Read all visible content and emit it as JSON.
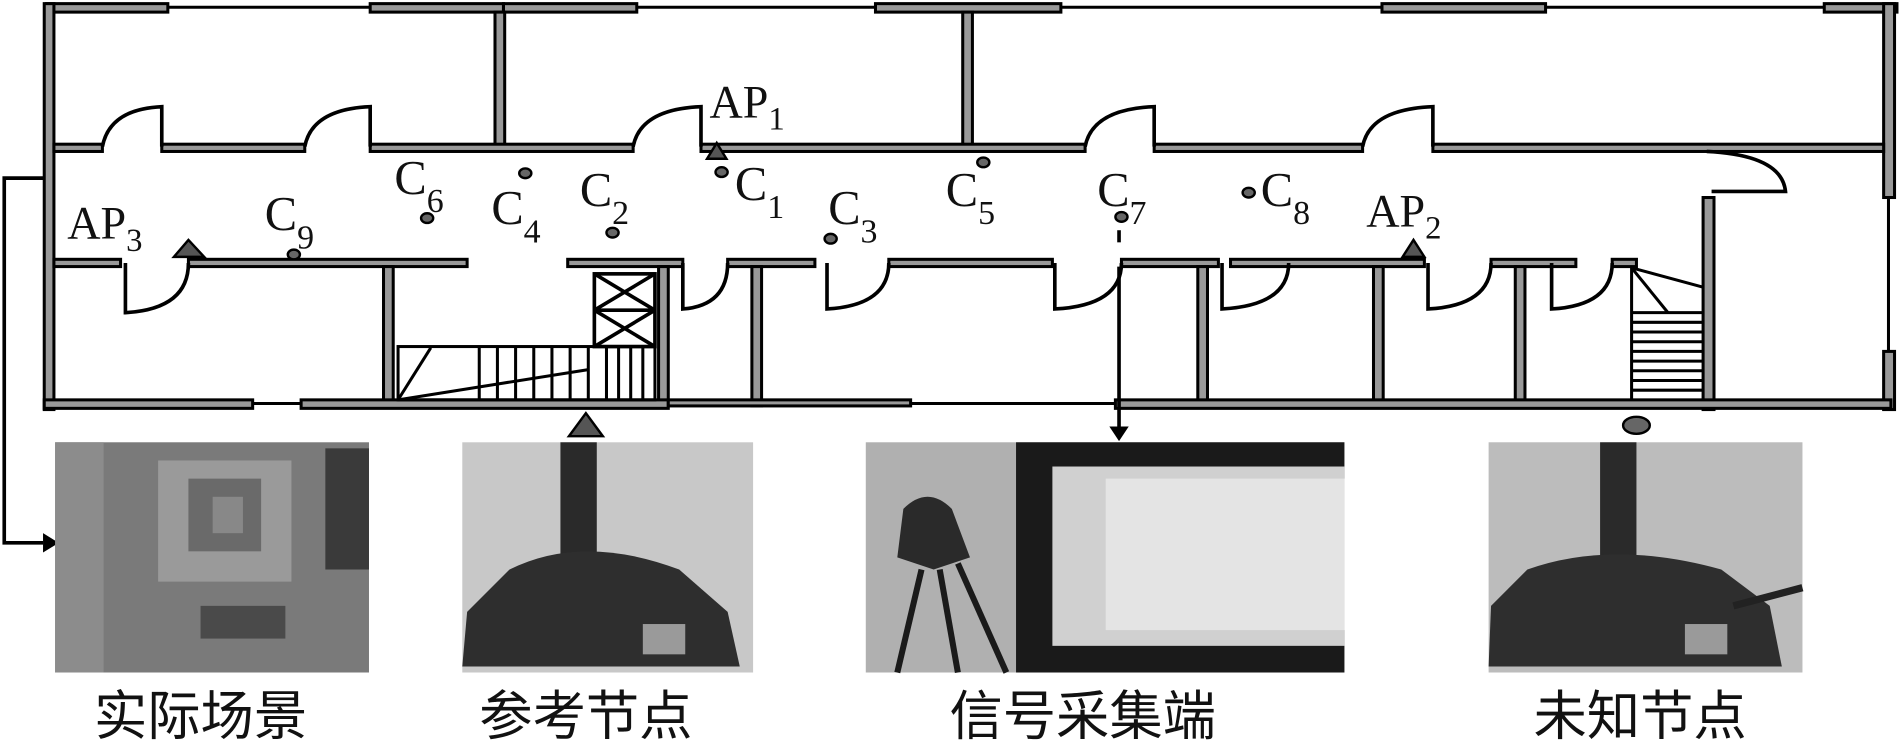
{
  "floorplan": {
    "access_points": [
      {
        "id": "AP1",
        "label": "AP",
        "sub": "1"
      },
      {
        "id": "AP2",
        "label": "AP",
        "sub": "2"
      },
      {
        "id": "AP3",
        "label": "AP",
        "sub": "3"
      }
    ],
    "collection_points": [
      {
        "id": "C1",
        "label": "C",
        "sub": "1"
      },
      {
        "id": "C2",
        "label": "C",
        "sub": "2"
      },
      {
        "id": "C3",
        "label": "C",
        "sub": "3"
      },
      {
        "id": "C4",
        "label": "C",
        "sub": "4"
      },
      {
        "id": "C5",
        "label": "C",
        "sub": "5"
      },
      {
        "id": "C6",
        "label": "C",
        "sub": "6"
      },
      {
        "id": "C7",
        "label": "C",
        "sub": "7"
      },
      {
        "id": "C8",
        "label": "C",
        "sub": "8"
      },
      {
        "id": "C9",
        "label": "C",
        "sub": "9"
      }
    ],
    "colors": {
      "wall_fill": "#999999",
      "wall_stroke": "#000000",
      "marker": "#555555"
    }
  },
  "photos": [
    {
      "caption": "实际场景",
      "icon": "corridor-photo"
    },
    {
      "caption": "参考节点",
      "icon": "reference-node-photo"
    },
    {
      "caption": "信号采集端",
      "icon": "signal-collector-photo"
    },
    {
      "caption": "未知节点",
      "icon": "unknown-node-photo"
    }
  ]
}
